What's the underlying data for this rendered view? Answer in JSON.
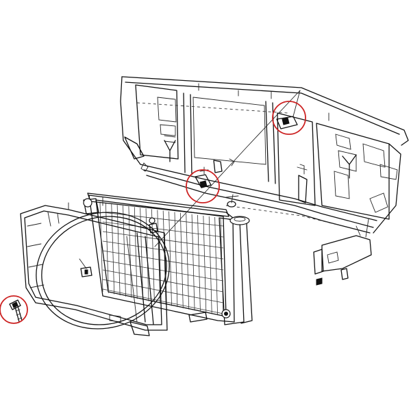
{
  "diagram": {
    "parts": [
      {
        "id": "radiator-support",
        "icon": "radiator-support-panel"
      },
      {
        "id": "radiator",
        "icon": "radiator-core"
      },
      {
        "id": "fan-shroud",
        "icon": "fan-shroud"
      },
      {
        "id": "bolt",
        "icon": "bolt"
      },
      {
        "id": "upper-mount-clip",
        "icon": "mount-clip"
      },
      {
        "id": "lower-mount-bracket",
        "icon": "mount-bracket"
      }
    ],
    "highlights": [
      {
        "target": "bolt",
        "color": "#cc2222"
      },
      {
        "target": "lower-mount-bracket",
        "color": "#cc2222"
      },
      {
        "target": "upper-mount-clip",
        "color": "#cc2222"
      }
    ],
    "colors": {
      "line_art": "#111111",
      "highlight": "#cc2222",
      "background": "#ffffff"
    }
  }
}
